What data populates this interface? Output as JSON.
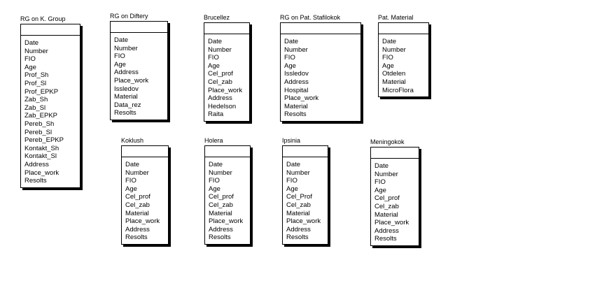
{
  "entities": [
    {
      "title": "RG on K. Group",
      "fields": [
        "Date",
        "Number",
        "FIO",
        "Age",
        "Prof_Sh",
        "Prof_Sl",
        "Prof_EPKP",
        "Zab_Sh",
        "Zab_Sl",
        "Zab_EPKP",
        "Pereb_Sh",
        "Pereb_Sl",
        "Pereb_EPKP",
        "Kontakt_Sh",
        "Kontakt_Sl",
        "Address",
        "Place_work",
        "Resolts"
      ]
    },
    {
      "title": "RG on Diftery",
      "fields": [
        "Date",
        "Number",
        "FIO",
        "Age",
        "Address",
        "Place_work",
        "Issledov",
        "Material",
        "Data_rez",
        "Resolts"
      ]
    },
    {
      "title": "Brucellez",
      "fields": [
        "Date",
        "Number",
        "FIO",
        "Age",
        "Cel_prof",
        "Cel_zab",
        "Place_work",
        "Address",
        "Hedelson",
        "Raita"
      ]
    },
    {
      "title": "RG on Pat. Stafilokok",
      "fields": [
        "Date",
        "Number",
        "FIO",
        "Age",
        "Issledov",
        "Address",
        "Hospital",
        "Place_work",
        "Material",
        "Resolts"
      ]
    },
    {
      "title": "Pat. Material",
      "fields": [
        "Date",
        "Number",
        "FIO",
        "Age",
        "Otdelen",
        "Material",
        "MicroFlora"
      ]
    },
    {
      "title": "Koklush",
      "fields": [
        "Date",
        "Number",
        "FIO",
        "Age",
        "Cel_prof",
        "Cel_zab",
        "Material",
        "Place_work",
        "Address",
        "Resolts"
      ]
    },
    {
      "title": "Holera",
      "fields": [
        "Date",
        "Number",
        "FIO",
        "Age",
        "Cel_prof",
        "Cel_zab",
        "Material",
        "Place_work",
        "Address",
        "Resolts"
      ]
    },
    {
      "title": "Ipsinia",
      "fields": [
        "Date",
        "Number",
        "FIO",
        "Age",
        "Cel_Prof",
        "Cel_zab",
        "Material",
        "Place_work",
        "Address",
        "Resolts"
      ]
    },
    {
      "title": "Meningokok",
      "fields": [
        "Date",
        "Number",
        "FIO",
        "Age",
        "Cel_prof",
        "Cel_zab",
        "Material",
        "Place_work",
        "Address",
        "Resolts"
      ]
    }
  ]
}
